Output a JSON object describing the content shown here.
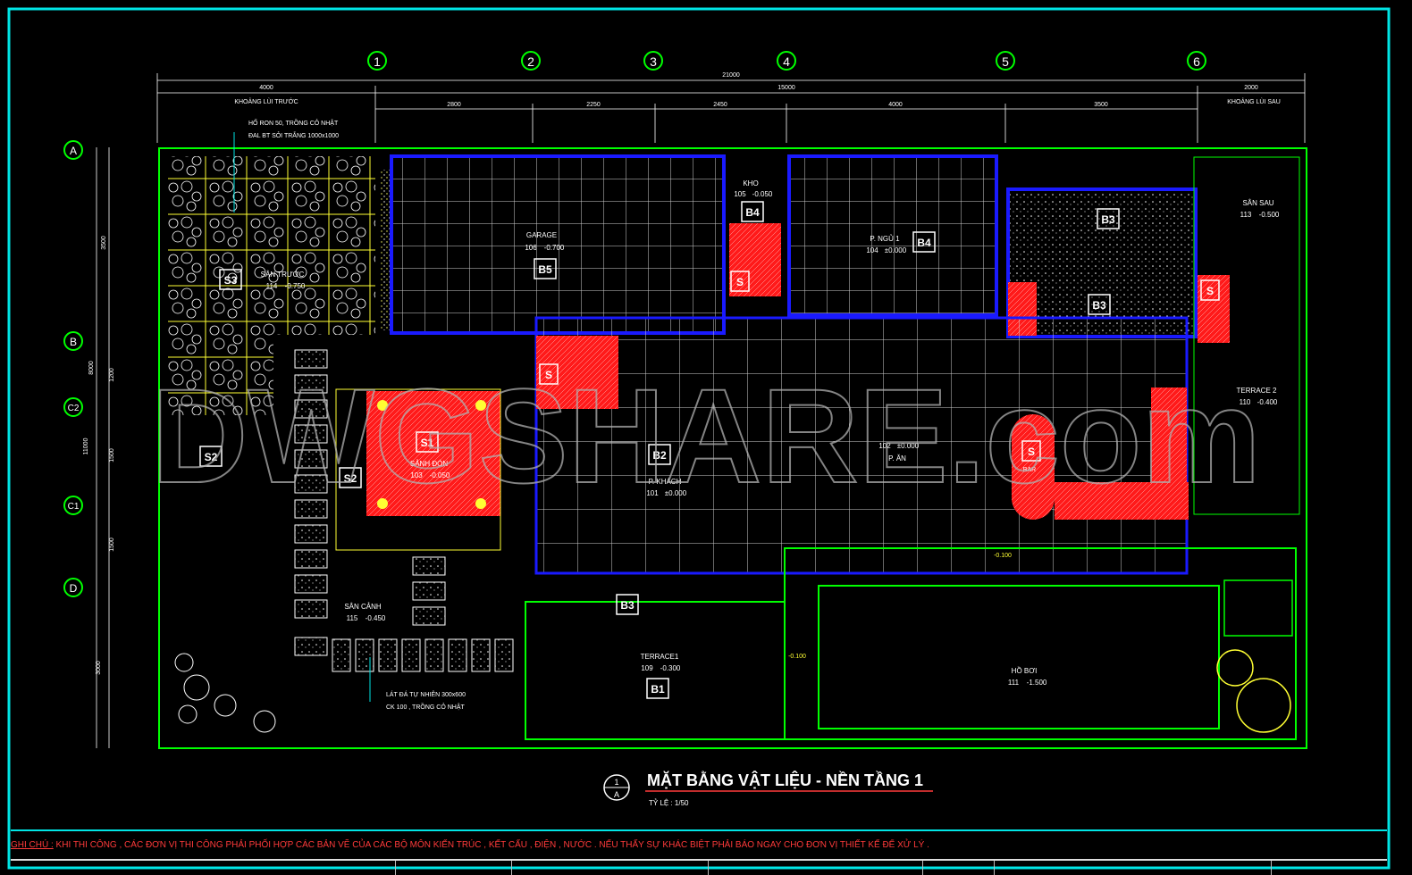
{
  "drawing": {
    "title": "MẶT BẰNG VẬT LIỆU - NỀN TẦNG 1",
    "scale": "TỶ LỆ : 1/50",
    "callout_number": "1",
    "callout_sheet": "A",
    "watermark": "DWGSHARE.com"
  },
  "grid_columns": [
    "1",
    "2",
    "3",
    "4",
    "5",
    "6"
  ],
  "grid_rows": [
    "A",
    "B",
    "C2",
    "C1",
    "D"
  ],
  "dimensions": {
    "overall": "21000",
    "front_setback": "4000",
    "front_setback_label": "KHOẢNG LÙI TRƯỚC",
    "building": "15000",
    "rear_setback": "2000",
    "rear_setback_label": "KHOẢNG LÙI SAU",
    "bays": [
      "2800",
      "2250",
      "2450",
      "4000",
      "3500"
    ],
    "vertical_total": "11000",
    "vertical_segments": [
      "3500",
      "8000"
    ],
    "vertical_sub": [
      "1200",
      "1500",
      "1500",
      "3000"
    ]
  },
  "rooms": [
    {
      "name": "GARAGE",
      "code": "106",
      "level": "-0.700",
      "tag": "B5"
    },
    {
      "name": "KHO",
      "code": "105",
      "level": "-0.050",
      "tag": "B4"
    },
    {
      "name": "P. NGỦ 1",
      "code": "104",
      "level": "±0.000",
      "tag": "B4"
    },
    {
      "name": "SÂN SAU",
      "code": "113",
      "level": "-0.500"
    },
    {
      "name": "TERRACE 2",
      "code": "110",
      "level": "-0.400"
    },
    {
      "name": "P. ĂN",
      "code": "102",
      "level": "±0.000"
    },
    {
      "name": "P. KHÁCH",
      "code": "101",
      "level": "±0.000",
      "tag": "B2"
    },
    {
      "name": "SẢNH ĐÓN",
      "code": "103",
      "level": "-0.050",
      "tag": "S1"
    },
    {
      "name": "SÂN TRƯỚC",
      "code": "114",
      "level": "-0.750",
      "tag": "S3"
    },
    {
      "name": "SÂN CẢNH",
      "code": "115",
      "level": "-0.450"
    },
    {
      "name": "TERRACE1",
      "code": "109",
      "level": "-0.300",
      "tag": "B1"
    },
    {
      "name": "HỒ BƠI",
      "code": "111",
      "level": "-1.500"
    }
  ],
  "tags": {
    "b3": "B3",
    "s": "S",
    "s2": "S2",
    "bar": "BAR",
    "level_a": "-0.100",
    "level_b": "-0.100"
  },
  "annotations": {
    "top_note_1": "HỐ RON 50, TRỒNG CỎ NHẬT",
    "top_note_2": "ĐAL BT SỎI TRẮNG 1000x1000",
    "bottom_note_1": "LÁT ĐÁ TỰ NHIÊN 300x600",
    "bottom_note_2": "CK 100 , TRỒNG CỎ NHẬT"
  },
  "footer": {
    "note_label": "GHI CHÚ :",
    "note_text": " KHI THI CÔNG , CÁC ĐƠN VỊ THI CÔNG PHẢI PHỐI HỢP CÁC BẢN VẼ CỦA CÁC BỘ MÔN KIẾN TRÚC , KẾT CẤU , ĐIỆN , NƯỚC . NẾU THẤY SỰ KHÁC BIỆT PHẢI BÁO NGAY CHO ĐƠN VỊ THIẾT KẾ ĐỂ XỬ LÝ ."
  },
  "colors": {
    "background": "#000000",
    "border": "#00e5e5",
    "wall": "#1a1aff",
    "grid": "#00ff00",
    "hatch_red": "#ff1a1a",
    "yellow": "#ffff33",
    "white": "#ffffff"
  }
}
